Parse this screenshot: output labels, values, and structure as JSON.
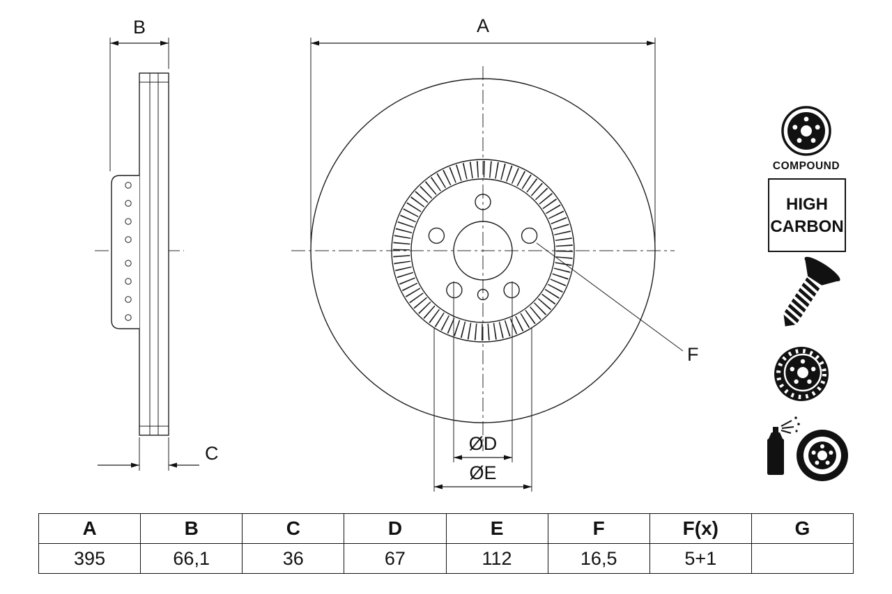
{
  "labels": {
    "dim_a": "A",
    "dim_b": "B",
    "dim_c": "C",
    "dim_d": "ØD",
    "dim_e": "ØE",
    "dim_f": "F"
  },
  "badges": {
    "compound": "COMPOUND",
    "high_carbon": [
      "HIGH",
      "CARBON"
    ]
  },
  "table": {
    "headers": [
      "A",
      "B",
      "C",
      "D",
      "E",
      "F",
      "F(x)",
      "G"
    ],
    "values": [
      "395",
      "66,1",
      "36",
      "67",
      "112",
      "16,5",
      "5+1",
      ""
    ]
  },
  "colors": {
    "line": "#1c1c1c",
    "text": "#111111"
  }
}
